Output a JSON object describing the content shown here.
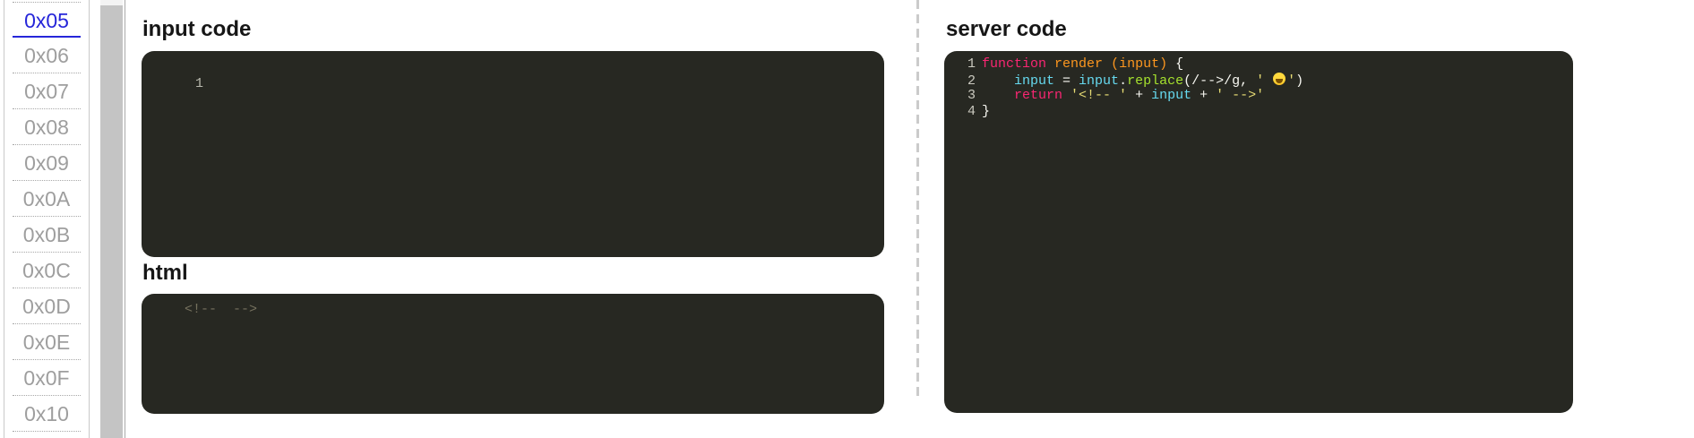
{
  "sidebar": {
    "items": [
      {
        "label": "0x05",
        "selected": true
      },
      {
        "label": "0x06",
        "selected": false
      },
      {
        "label": "0x07",
        "selected": false
      },
      {
        "label": "0x08",
        "selected": false
      },
      {
        "label": "0x09",
        "selected": false
      },
      {
        "label": "0x0A",
        "selected": false
      },
      {
        "label": "0x0B",
        "selected": false
      },
      {
        "label": "0x0C",
        "selected": false
      },
      {
        "label": "0x0D",
        "selected": false
      },
      {
        "label": "0x0E",
        "selected": false
      },
      {
        "label": "0x0F",
        "selected": false
      },
      {
        "label": "0x10",
        "selected": false
      }
    ]
  },
  "panels": {
    "input_code": {
      "heading": "input code",
      "line_number": "1",
      "content": ""
    },
    "html": {
      "heading": "html",
      "content": "<!--  -->"
    },
    "server_code": {
      "heading": "server code",
      "lines": [
        {
          "num": "1",
          "tokens": [
            {
              "t": "function",
              "c": "keyword"
            },
            {
              "t": " ",
              "c": "plain"
            },
            {
              "t": "render",
              "c": "fname"
            },
            {
              "t": " ",
              "c": "plain"
            },
            {
              "t": "(input)",
              "c": "fname"
            },
            {
              "t": " {",
              "c": "plain"
            }
          ]
        },
        {
          "num": "2",
          "tokens": [
            {
              "t": "    ",
              "c": "plain"
            },
            {
              "t": "input",
              "c": "var"
            },
            {
              "t": " = ",
              "c": "plain"
            },
            {
              "t": "input",
              "c": "var"
            },
            {
              "t": ".",
              "c": "plain"
            },
            {
              "t": "replace",
              "c": "method"
            },
            {
              "t": "(",
              "c": "plain"
            },
            {
              "t": "/-->/g",
              "c": "plain"
            },
            {
              "t": ", ",
              "c": "plain"
            },
            {
              "t": "' ",
              "c": "string"
            },
            {
              "t": "😂",
              "c": "emoji"
            },
            {
              "t": "'",
              "c": "string"
            },
            {
              "t": ")",
              "c": "plain"
            }
          ]
        },
        {
          "num": "3",
          "tokens": [
            {
              "t": "    ",
              "c": "plain"
            },
            {
              "t": "return",
              "c": "keyword"
            },
            {
              "t": " ",
              "c": "plain"
            },
            {
              "t": "'<!-- '",
              "c": "string"
            },
            {
              "t": " + ",
              "c": "plain"
            },
            {
              "t": "input",
              "c": "var"
            },
            {
              "t": " + ",
              "c": "plain"
            },
            {
              "t": "' -->'",
              "c": "string"
            }
          ]
        },
        {
          "num": "4",
          "tokens": [
            {
              "t": "}",
              "c": "plain"
            }
          ]
        }
      ]
    }
  },
  "colors": {
    "editor_background": "#272822",
    "keyword": "#f92672",
    "function_and_params": "#fd971f",
    "variable": "#66d9ef",
    "method": "#a6e22e",
    "string": "#e6db74",
    "plain_code": "#f8f8f2",
    "comment": "#75715e",
    "selected_level": "#2626d9",
    "inactive_level": "#9e9e9e"
  }
}
